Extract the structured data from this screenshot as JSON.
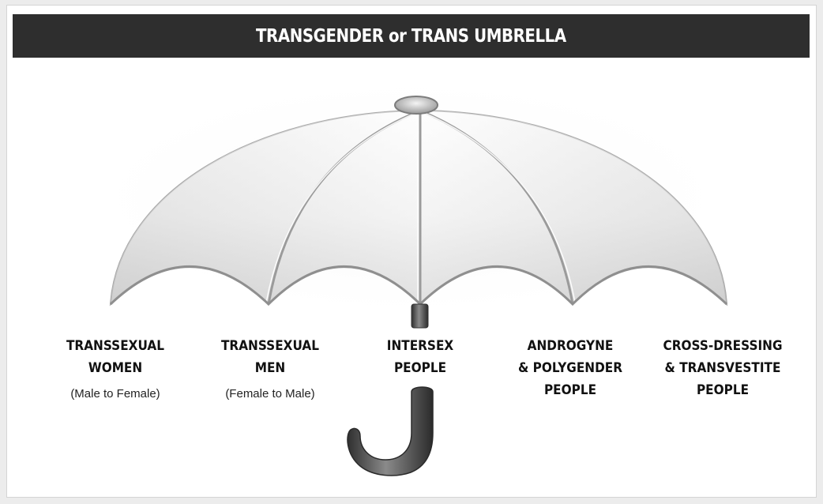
{
  "title": "TRANSGENDER or TRANS UMBRELLA",
  "categories": [
    {
      "name": "TRANSSEXUAL\nWOMEN",
      "sub": "(Male to Female)"
    },
    {
      "name": "TRANSSEXUAL\nMEN",
      "sub": "(Female to Male)"
    },
    {
      "name": "INTERSEX\nPEOPLE",
      "sub": ""
    },
    {
      "name": "ANDROGYNE\n& POLYGENDER\nPEOPLE",
      "sub": ""
    },
    {
      "name": "CROSS-DRESSING\n& TRANSVESTITE\nPEOPLE",
      "sub": ""
    }
  ],
  "colors": {
    "header_bg": "#2e2e2e",
    "header_text": "#ffffff",
    "canopy_light": "#fafafa",
    "canopy_shade": "#bdbdbd",
    "handle": "#4a4a4a"
  },
  "icons": {
    "umbrella": "umbrella-icon"
  }
}
